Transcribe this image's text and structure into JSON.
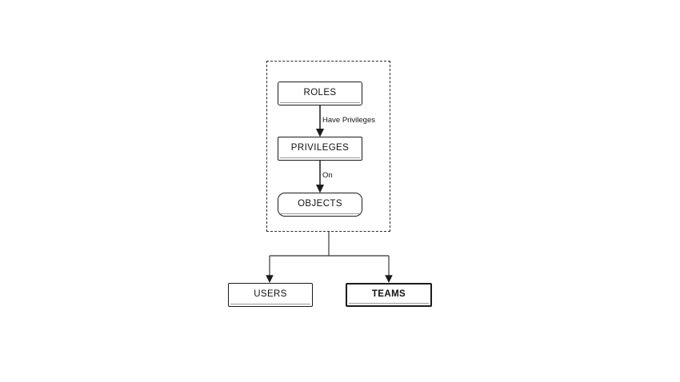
{
  "diagram": {
    "title": "Roles Privileges Objects Users Teams hierarchy",
    "background_color": "#ffffff",
    "stroke_color": "#1b1b1b",
    "group": {
      "name": "permissions-group",
      "border_style": "dashed"
    },
    "nodes": [
      {
        "id": "roles",
        "label": "ROLES"
      },
      {
        "id": "privileges",
        "label": "PRIVILEGES"
      },
      {
        "id": "objects",
        "label": "OBJECTS"
      },
      {
        "id": "users",
        "label": "USERS"
      },
      {
        "id": "teams",
        "label": "TEAMS"
      }
    ],
    "edges": [
      {
        "from": "roles",
        "to": "privileges",
        "label": "Have Privileges"
      },
      {
        "from": "privileges",
        "to": "objects",
        "label": "On"
      },
      {
        "from": "objects",
        "to": "users",
        "label": ""
      },
      {
        "from": "objects",
        "to": "teams",
        "label": ""
      }
    ]
  }
}
